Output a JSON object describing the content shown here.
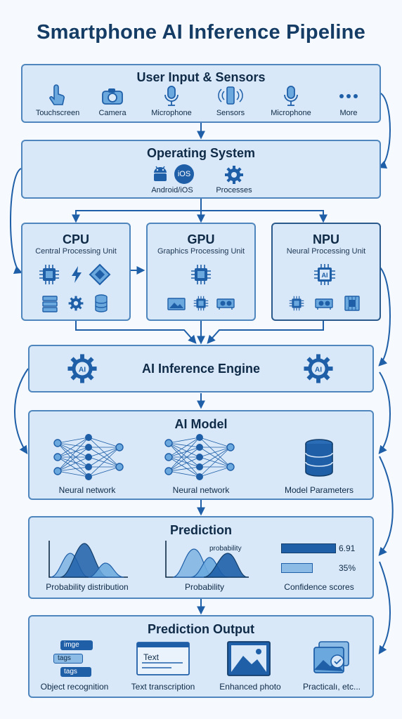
{
  "title": "Smartphone AI Inference Pipeline",
  "input": {
    "heading": "User Input & Sensors",
    "items": [
      "Touchscreen",
      "Camera",
      "Microphone",
      "Sensors",
      "Microphone",
      "More"
    ]
  },
  "os": {
    "heading": "Operating System",
    "ios_badge": "iOS",
    "items": [
      "Android/iOS",
      "Processes"
    ]
  },
  "cpu": {
    "heading": "CPU",
    "sub": "Central Processing Unit"
  },
  "gpu": {
    "heading": "GPU",
    "sub": "Graphics Processing Unit"
  },
  "npu": {
    "heading": "NPU",
    "sub": "Neural Processing Unit",
    "chip_text": "AI"
  },
  "engine": {
    "heading": "AI Inference Engine",
    "gear_text": "AI"
  },
  "model": {
    "heading": "AI Model",
    "items": [
      "Neural network",
      "Neural network",
      "Model Parameters"
    ]
  },
  "prediction": {
    "heading": "Prediction",
    "chart_label": "probability",
    "score_1": "6.91",
    "score_2": "35%",
    "items": [
      "Probability distribution",
      "Probability",
      "Confidence scores"
    ]
  },
  "output": {
    "heading": "Prediction Output",
    "tags": [
      "imge",
      "tags",
      "tags"
    ],
    "doc_text": "Text",
    "items": [
      "Object recognition",
      "Text transcription",
      "Enhanced photo",
      "Practicalı, etc..."
    ]
  },
  "colors": {
    "box_fill": "#d8e8f8",
    "box_border": "#4f86bd",
    "accent": "#1f5fa8",
    "icon_fill": "#6aa8de",
    "text": "#0e2a47"
  }
}
